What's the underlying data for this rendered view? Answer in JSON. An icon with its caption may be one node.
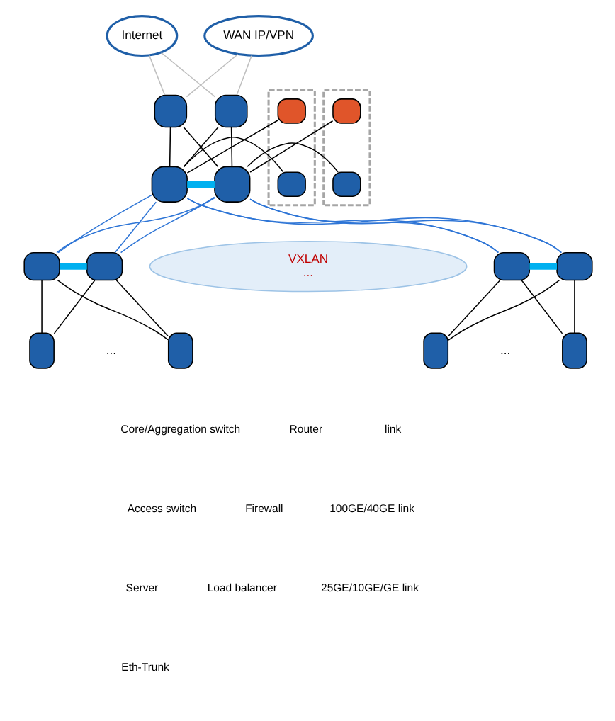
{
  "diagram": {
    "nodes": [
      {
        "text": [
          "Internet"
        ]
      },
      {
        "text": [
          "WAN IP/VPN"
        ]
      },
      {
        "text": [],
        "shape": "box"
      },
      {
        "text": [],
        "shape": "box"
      },
      {
        "text": [],
        "shape": "box"
      },
      {
        "text": [],
        "shape": "box",
        "in": 4
      },
      {
        "text": [],
        "shape": "box",
        "in": 4
      },
      {
        "text": [],
        "shape": "box"
      },
      {
        "text": [],
        "shape": "box"
      },
      {
        "text": [],
        "shape": "box"
      },
      {
        "text": [],
        "shape": "box",
        "in": 9
      },
      {
        "text": [],
        "shape": "box",
        "in": 9
      },
      {
        "text": [
          "VXLAN",
          "..."
        ]
      },
      {
        "text": [],
        "shape": "box"
      },
      {
        "text": [],
        "shape": "box"
      },
      {
        "text": [],
        "shape": "box"
      },
      {
        "text": [],
        "shape": "box"
      },
      {
        "text": [],
        "shape": "box"
      },
      {
        "text": [],
        "shape": "box"
      },
      {
        "text": [],
        "shape": "box"
      },
      {
        "text": [],
        "shape": "box"
      }
    ],
    "edges": [
      {
        "from": 0,
        "to": 2,
        "arrow": "none",
        "color": "#bfbfbf"
      },
      {
        "from": 0,
        "to": 3,
        "arrow": "none",
        "color": "#bfbfbf"
      },
      {
        "from": 1,
        "to": 2,
        "arrow": "none",
        "color": "#bfbfbf"
      },
      {
        "from": 1,
        "to": 3,
        "arrow": "none",
        "color": "#bfbfbf"
      },
      {
        "from": 2,
        "to": 7,
        "arrow": "none"
      },
      {
        "from": 2,
        "to": 8,
        "arrow": "none"
      },
      {
        "from": 3,
        "to": 7,
        "arrow": "none"
      },
      {
        "from": 3,
        "to": 8,
        "arrow": "none"
      },
      {
        "from": 5,
        "to": 7,
        "arrow": "none"
      },
      {
        "from": 6,
        "to": 7,
        "arrow": "none"
      },
      {
        "from": 7,
        "to": 8,
        "arrow": "none",
        "style": "thick",
        "color": "#00b0f0"
      },
      {
        "from": 10,
        "to": 8,
        "arrow": "none"
      },
      {
        "from": 11,
        "to": 8,
        "arrow": "none"
      },
      {
        "from": 7,
        "to": 13,
        "arrow": "none",
        "color": "#2e75d6"
      },
      {
        "from": 7,
        "to": 14,
        "arrow": "none",
        "color": "#2e75d6"
      },
      {
        "from": 7,
        "to": 15,
        "arrow": "none",
        "color": "#2e75d6"
      },
      {
        "from": 7,
        "to": 16,
        "arrow": "none",
        "color": "#2e75d6"
      },
      {
        "from": 8,
        "to": 13,
        "arrow": "none",
        "color": "#2e75d6"
      },
      {
        "from": 8,
        "to": 14,
        "arrow": "none",
        "color": "#2e75d6"
      },
      {
        "from": 8,
        "to": 15,
        "arrow": "none",
        "color": "#2e75d6"
      },
      {
        "from": 8,
        "to": 16,
        "arrow": "none",
        "color": "#2e75d6"
      },
      {
        "from": 13,
        "to": 14,
        "arrow": "none",
        "style": "thick",
        "color": "#00b0f0"
      },
      {
        "from": 15,
        "to": 16,
        "arrow": "none",
        "style": "thick",
        "color": "#00b0f0"
      },
      {
        "from": 13,
        "to": 17,
        "arrow": "none"
      },
      {
        "from": 13,
        "to": 18,
        "arrow": "none"
      },
      {
        "from": 14,
        "to": 17,
        "arrow": "none"
      },
      {
        "from": 14,
        "to": 18,
        "arrow": "none"
      },
      {
        "from": 15,
        "to": 19,
        "arrow": "none"
      },
      {
        "from": 15,
        "to": 20,
        "arrow": "none"
      },
      {
        "from": 16,
        "to": 19,
        "arrow": "none"
      },
      {
        "from": 16,
        "to": 20,
        "arrow": "none"
      }
    ],
    "labels": [
      "...",
      "..."
    ],
    "legend": [
      {
        "text": "Core/Aggregation switch"
      },
      {
        "text": "Router"
      },
      {
        "text": "link"
      },
      {
        "text": "Access switch"
      },
      {
        "text": "Firewall"
      },
      {
        "text": "100GE/40GE link"
      },
      {
        "text": "Server"
      },
      {
        "text": "Load balancer"
      },
      {
        "text": "25GE/10GE/GE link"
      },
      {
        "text": "Eth-Trunk"
      }
    ]
  }
}
